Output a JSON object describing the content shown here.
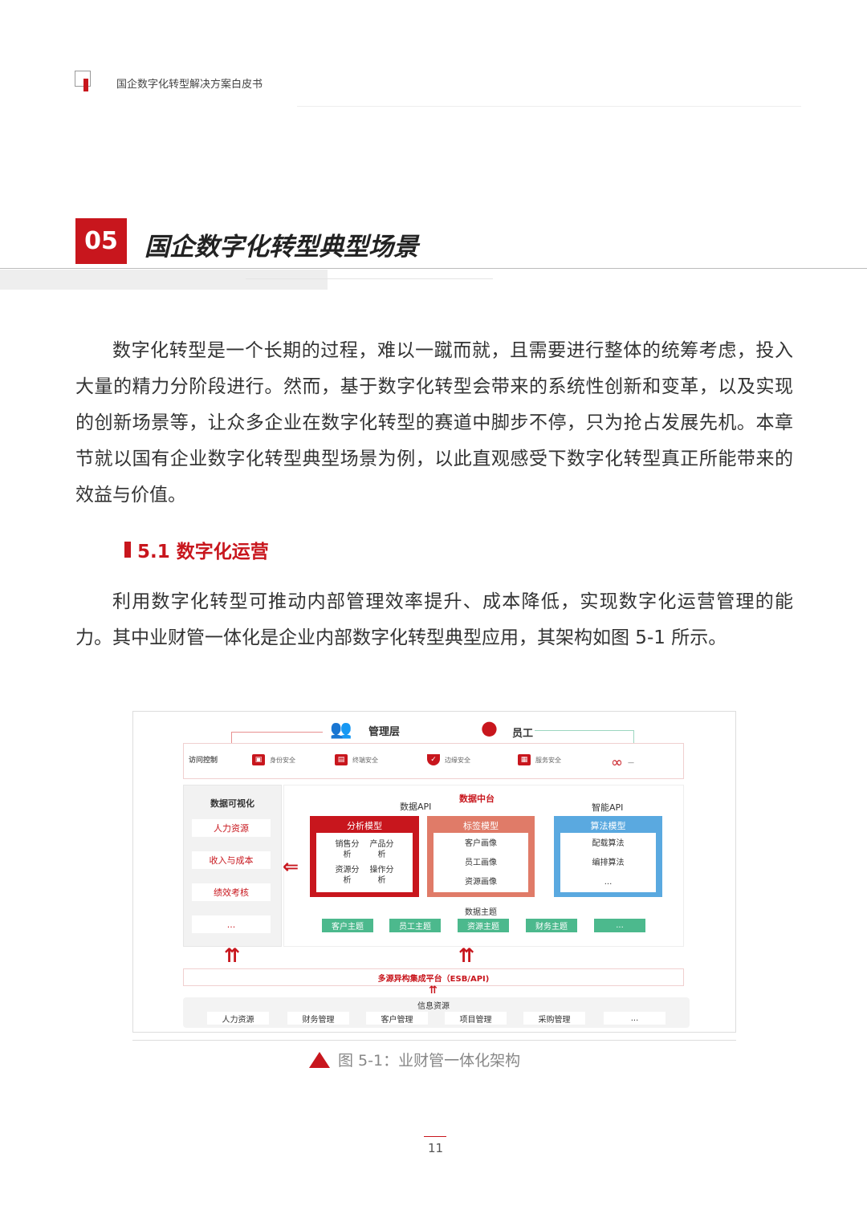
{
  "header": {
    "title": "国企数字化转型解决方案白皮书"
  },
  "chapter": {
    "number": "05",
    "title": "国企数字化转型典型场景"
  },
  "paragraphs": [
    "数字化转型是一个长期的过程，难以一蹴而就，且需要进行整体的统筹考虑，投入大量的精力分阶段进行。然而，基于数字化转型会带来的系统性创新和变革，以及实现的创新场景等，让众多企业在数字化转型的赛道中脚步不停，只为抢占发展先机。本章节就以国有企业数字化转型典型场景为例，以此直观感受下数字化转型真正所能带来的效益与价值。",
    "利用数字化转型可推动内部管理效率提升、成本降低，实现数字化运营管理的能力。其中业财管一体化是企业内部数字化转型典型应用，其架构如图 5-1 所示。"
  ],
  "section": {
    "title": "5.1 数字化运营"
  },
  "figure": {
    "users": [
      "管理层",
      "员工"
    ],
    "access": {
      "label": "访问控制",
      "items": [
        "身份安全",
        "终端安全",
        "边缘安全",
        "服务安全",
        "—"
      ]
    },
    "visual": {
      "title": "数据可视化",
      "items": [
        "人力资源",
        "收入与成本",
        "绩效考核",
        "..."
      ]
    },
    "center": {
      "title": "数据中台",
      "data_api": "数据API",
      "smart_api": "智能API"
    },
    "analysis": {
      "title": "分析模型",
      "items": [
        "销售分析",
        "产品分析",
        "资源分析",
        "操作分析"
      ]
    },
    "tags": {
      "title": "标签模型",
      "items": [
        "客户画像",
        "员工画像",
        "资源画像"
      ]
    },
    "algo": {
      "title": "算法模型",
      "items": [
        "配载算法",
        "编排算法",
        "..."
      ]
    },
    "themes": {
      "title": "数据主题",
      "items": [
        "客户主题",
        "员工主题",
        "资源主题",
        "财务主题",
        "..."
      ]
    },
    "esb": "多源异构集成平台（ESB/API)",
    "info": {
      "title": "信息资源",
      "items": [
        "人力资源",
        "财务管理",
        "客户管理",
        "项目管理",
        "采购管理",
        "..."
      ]
    },
    "caption": "图 5-1：业财管一体化架构"
  },
  "page": "11"
}
